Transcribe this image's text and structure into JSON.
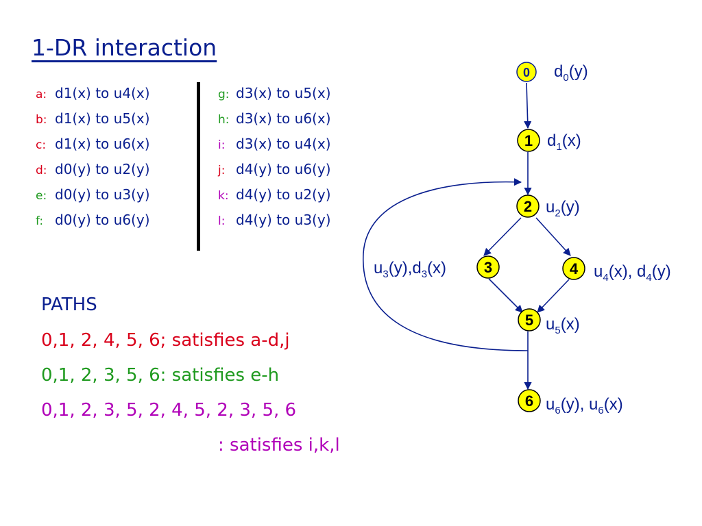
{
  "title": "1-DR interaction",
  "pairs_left": [
    {
      "label": "a:",
      "color": "#d9001b",
      "text": "d1(x) to u4(x)"
    },
    {
      "label": "b:",
      "color": "#d9001b",
      "text": "d1(x) to u5(x)"
    },
    {
      "label": "c:",
      "color": "#d9001b",
      "text": "d1(x) to u6(x)"
    },
    {
      "label": "d:",
      "color": "#d9001b",
      "text": "d0(y) to u2(y)"
    },
    {
      "label": "e:",
      "color": "#1f9a1f",
      "text": "d0(y) to u3(y)"
    },
    {
      "label": "f:",
      "color": "#1f9a1f",
      "text": "d0(y) to u6(y)"
    }
  ],
  "pairs_right": [
    {
      "label": "g:",
      "color": "#1f9a1f",
      "text": "d3(x) to u5(x)"
    },
    {
      "label": "h:",
      "color": "#1f9a1f",
      "text": "d3(x) to u6(x)"
    },
    {
      "label": "i:",
      "color": "#b000b8",
      "text": "d3(x) to u4(x)"
    },
    {
      "label": "j:",
      "color": "#d9001b",
      "text": "d4(y) to u6(y)"
    },
    {
      "label": "k:",
      "color": "#b000b8",
      "text": "d4(y) to u2(y)"
    },
    {
      "label": "l:",
      "color": "#b000b8",
      "text": "d4(y) to u3(y)"
    }
  ],
  "paths": {
    "heading": "PATHS",
    "heading_color": "#0a1f8f",
    "lines": [
      {
        "text": "0,1, 2, 4, 5, 6; satisfies a-d,j",
        "color": "#d9001b"
      },
      {
        "text": "0,1, 2, 3, 5, 6: satisfies e-h",
        "color": "#1f9a1f"
      },
      {
        "text": "0,1, 2, 3, 5, 2, 4, 5, 2, 3, 5, 6",
        "color": "#b000b8"
      },
      {
        "text": ": satisfies i,k,l",
        "color": "#b000b8"
      }
    ]
  },
  "graph": {
    "node_fill": "#ffff00",
    "nodes": [
      {
        "id": "0",
        "label_main": "d",
        "label_sub": "0",
        "label_tail": "(y)"
      },
      {
        "id": "1",
        "label_main": "d",
        "label_sub": "1",
        "label_tail": "(x)"
      },
      {
        "id": "2",
        "label_main": "u",
        "label_sub": "2",
        "label_tail": "(y)"
      },
      {
        "id": "3",
        "label_main": "u",
        "label_sub": "3",
        "label_tail": "(y),d",
        "label_sub2": "3",
        "label_tail2": "(x)"
      },
      {
        "id": "4",
        "label_main": "u",
        "label_sub": "4",
        "label_tail": "(x), d",
        "label_sub2": "4",
        "label_tail2": "(y)"
      },
      {
        "id": "5",
        "label_main": "u",
        "label_sub": "5",
        "label_tail": "(x)"
      },
      {
        "id": "6",
        "label_main": "u",
        "label_sub": "6",
        "label_tail": "(y), u",
        "label_sub2": "6",
        "label_tail2": "(x)"
      }
    ]
  }
}
